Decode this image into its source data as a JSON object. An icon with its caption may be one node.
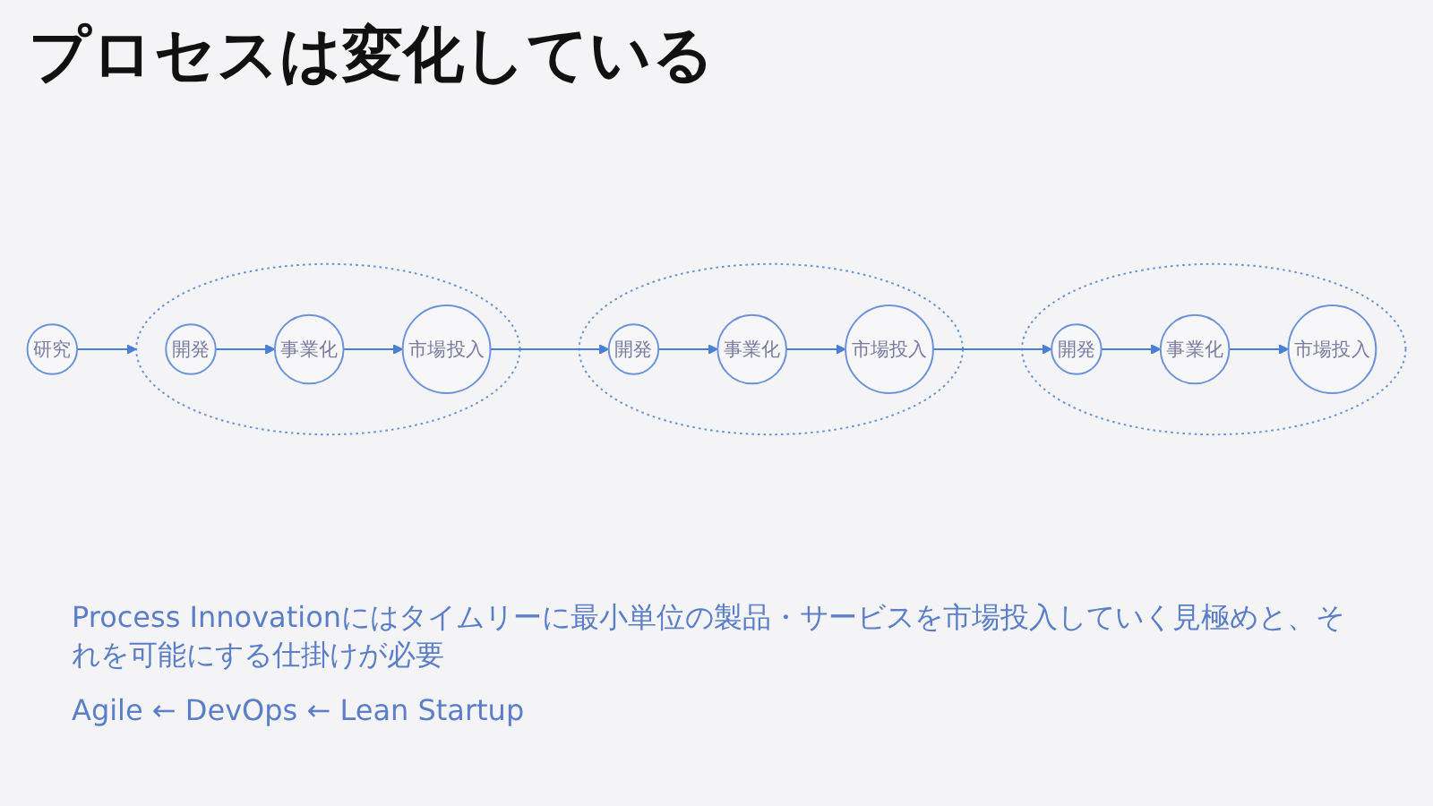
{
  "diagram": {
    "title": "プロセスは変化している",
    "nodes": [
      {
        "text": [
          "研究"
        ]
      },
      {
        "text": [],
        "shape": "circle"
      },
      {
        "text": [
          "開発"
        ],
        "in": 1
      },
      {
        "text": [
          "事業化"
        ],
        "in": 1
      },
      {
        "text": [
          "市場投入"
        ],
        "in": 1
      },
      {
        "text": [],
        "shape": "circle"
      },
      {
        "text": [
          "開発"
        ],
        "in": 5
      },
      {
        "text": [
          "事業化"
        ],
        "in": 5
      },
      {
        "text": [
          "市場投入"
        ],
        "in": 5
      },
      {
        "text": [],
        "shape": "circle"
      },
      {
        "text": [
          "開発"
        ],
        "in": 9
      },
      {
        "text": [
          "事業化"
        ],
        "in": 9
      },
      {
        "text": [
          "市場投入"
        ],
        "in": 9
      }
    ],
    "edges": [
      {
        "from": 0,
        "to": 1,
        "arrow": "to"
      },
      {
        "from": 2,
        "to": 3,
        "arrow": "to"
      },
      {
        "from": 3,
        "to": 4,
        "arrow": "to"
      },
      {
        "from": 4,
        "to": 6,
        "arrow": "to"
      },
      {
        "from": 6,
        "to": 7,
        "arrow": "to"
      },
      {
        "from": 7,
        "to": 8,
        "arrow": "to"
      },
      {
        "from": 8,
        "to": 10,
        "arrow": "to"
      },
      {
        "from": 10,
        "to": 11,
        "arrow": "to"
      },
      {
        "from": 11,
        "to": 12,
        "arrow": "to"
      }
    ],
    "labels": [
      "Process Innovationにはタイムリーに最小単位の製品・サービスを市場投入していく見極めと、それを可能にする仕掛けが必要",
      "Agile ← DevOps ← Lean Startup"
    ]
  }
}
